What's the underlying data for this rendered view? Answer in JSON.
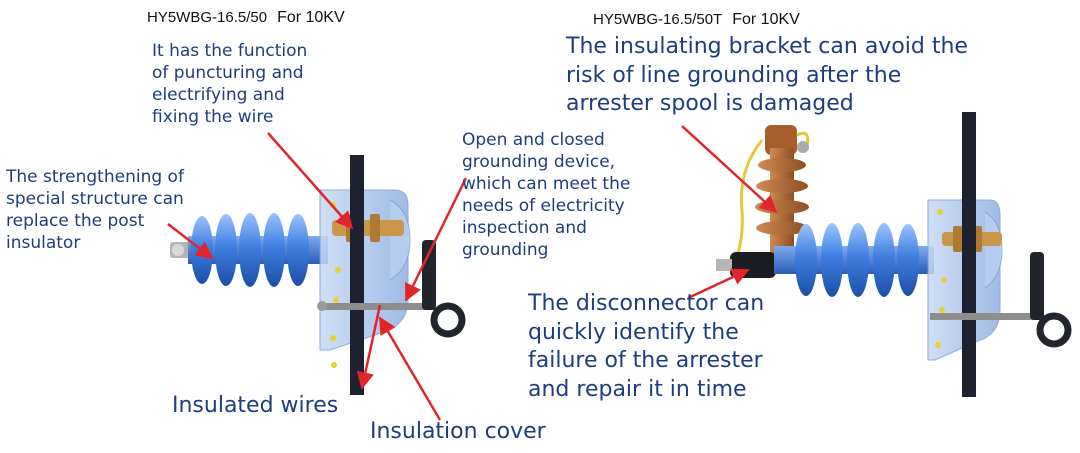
{
  "left_product": {
    "model": "HY5WBG-16.5/50",
    "voltage": "For 10KV"
  },
  "right_product": {
    "model": "HY5WBG-16.5/50T",
    "voltage": "For 10KV"
  },
  "annotations": {
    "puncture": "It has the function\nof puncturing and\nelectrifying and\nfixing the wire",
    "strengthening": "The strengthening of\nspecial structure can\nreplace the post\ninsulator",
    "grounding": "Open and closed\ngrounding device,\nwhich can meet the\nneeds of electricity\ninspection and\ngrounding",
    "insulated_wires": "Insulated wires",
    "insulation_cover": "Insulation cover",
    "bracket": "The insulating bracket can avoid the\nrisk of line grounding after the\narrester spool is damaged",
    "disconnector": "The disconnector can\nquickly identify the\nfailure of the arrester\nand repair it in time"
  },
  "colors": {
    "annotation_text": "#1d3e7c",
    "arrow": "#e0262b",
    "insulator": "#3f7fe0",
    "bracket": "#b86a36",
    "frame": "#a9c4ea",
    "clamp": "#c9964a"
  }
}
